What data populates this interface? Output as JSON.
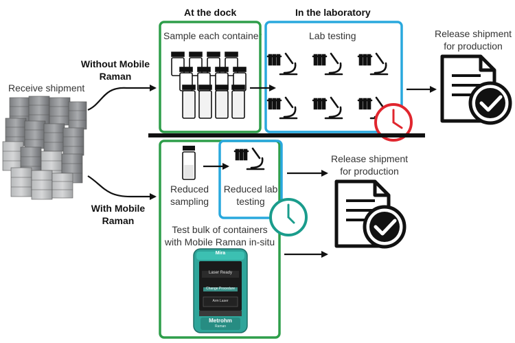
{
  "headers": {
    "dock": "At the dock",
    "lab": "In the laboratory"
  },
  "left": {
    "receive": "Receive shipment",
    "without_line1": "Without Mobile",
    "without_line2": "Raman",
    "with_line1": "With Mobile",
    "with_line2": "Raman"
  },
  "top_flow": {
    "sample_each": "Sample each container",
    "lab_testing": "Lab testing",
    "release_line1": "Release shipment",
    "release_line2": "for production"
  },
  "bottom_flow": {
    "reduced_sampling_line1": "Reduced",
    "reduced_sampling_line2": "sampling",
    "reduced_lab_line1": "Reduced lab",
    "reduced_lab_line2": "testing",
    "test_bulk_line1": "Test bulk of containers",
    "test_bulk_line2": "with Mobile Raman in-situ",
    "release_line1": "Release shipment",
    "release_line2": "for production"
  },
  "device": {
    "brand_top": "Mira",
    "screen_title": "Laser Ready",
    "screen_button1": "Change Procedure",
    "screen_button2": "Arm Laser",
    "brand_bottom": "Metrohm",
    "brand_sub": "Raman"
  },
  "colors": {
    "green": "#2e9e4a",
    "blue": "#29a8dd",
    "red_clock": "#e0262e",
    "teal_clock": "#1a9c8c",
    "device_body": "#2fa59a"
  }
}
